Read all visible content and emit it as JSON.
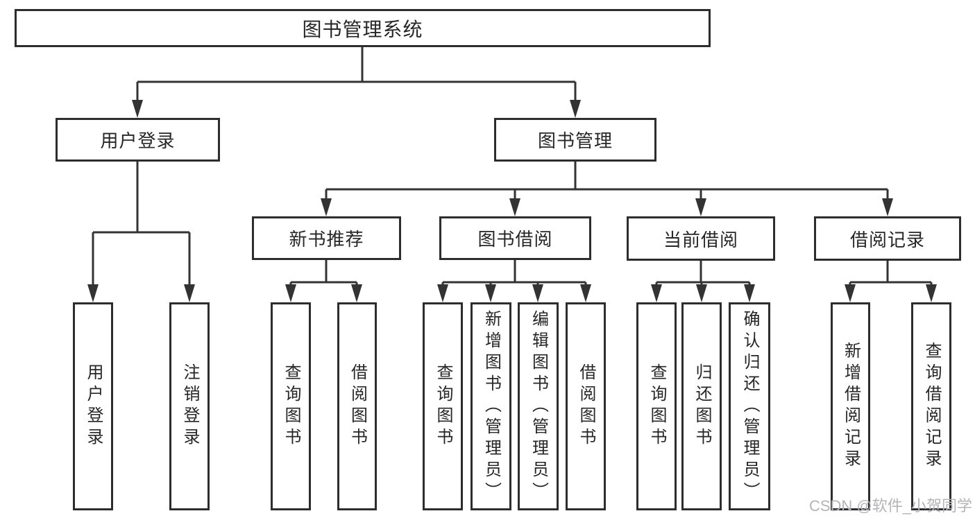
{
  "tree": {
    "root": "图书管理系统",
    "branches": [
      {
        "label": "用户登录",
        "children": [
          "用户登录",
          "注销登录"
        ]
      },
      {
        "label": "图书管理",
        "children": [
          {
            "label": "新书推荐",
            "children": [
              "查询图书",
              "借阅图书"
            ]
          },
          {
            "label": "图书借阅",
            "children": [
              "查询图书",
              "新增图书（管理员）",
              "编辑图书（管理员）",
              "借阅图书"
            ]
          },
          {
            "label": "当前借阅",
            "children": [
              "查询图书",
              "归还图书",
              "确认归还（管理员）"
            ]
          },
          {
            "label": "借阅记录",
            "children": [
              "新增借阅记录",
              "查询借阅记录"
            ]
          }
        ]
      }
    ]
  },
  "watermark": {
    "text": "CSDN @软件_小贺同学"
  },
  "colors": {
    "line": "#333333",
    "box_border": "#2d2d2d",
    "text": "#262626",
    "background": "#ffffff",
    "watermark": "#b4b4b9"
  }
}
